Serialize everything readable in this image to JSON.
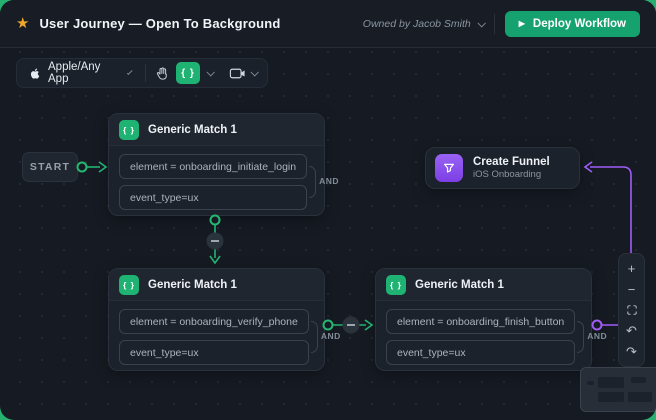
{
  "header": {
    "title": "User Journey — Open To Background",
    "owned_by": "Owned by Jacob Smith",
    "deploy_label": "Deploy Workflow"
  },
  "toolbar": {
    "app_selector": "Apple/Any App"
  },
  "canvas": {
    "start_label": "START",
    "nodes": [
      {
        "title": "Generic Match 1",
        "conditions": [
          "element = onboarding_initiate_login",
          "event_type=ux"
        ],
        "operator": "AND"
      },
      {
        "title": "Generic Match 1",
        "conditions": [
          "element = onboarding_verify_phone",
          "event_type=ux"
        ],
        "operator": "AND"
      },
      {
        "title": "Generic Match 1",
        "conditions": [
          "element = onboarding_finish_button",
          "event_type=ux"
        ],
        "operator": "AND"
      }
    ],
    "funnel": {
      "title": "Create Funnel",
      "subtitle": "iOS Onboarding"
    }
  },
  "icons": {
    "star": "★",
    "play": "▶",
    "braces": "{ }",
    "zoom_in": "+",
    "zoom_out": "−",
    "undo": "↶",
    "redo": "↷"
  },
  "colors": {
    "accent_green": "#1FB373",
    "connector_green": "#23B271",
    "accent_purple": "#A15CF7",
    "deploy_green": "#16A26E",
    "star_gold": "#F0A72E",
    "canvas_bg": "#161B23"
  }
}
